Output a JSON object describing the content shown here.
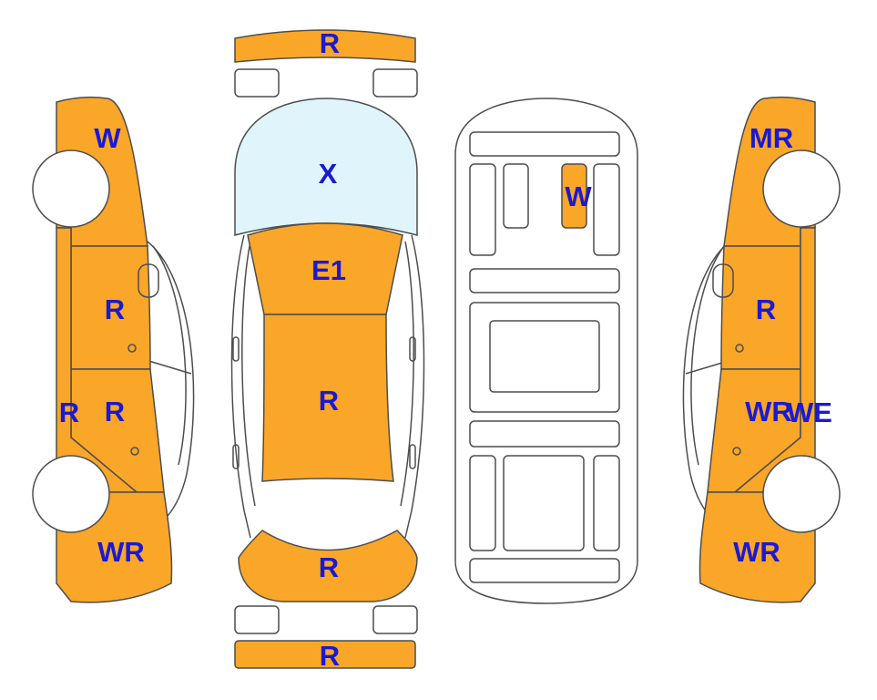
{
  "colors": {
    "damaged": "#FAA628",
    "glass": "#DFF5FB",
    "undamaged": "#FFFFFF",
    "outline": "#4D4D4D",
    "code_text": "#1A1AD2"
  },
  "left_side": {
    "front_fender": "W",
    "front_door": "R",
    "rear_door": "R",
    "rocker": "R",
    "rear_quarter": "WR"
  },
  "top_view": {
    "front_bumper": "R",
    "windshield": "X",
    "hood": "E1",
    "roof": "R",
    "trunk_lid": "R",
    "rear_bumper": "R"
  },
  "interior": {
    "center_console": "W"
  },
  "right_side": {
    "front_fender": "MR",
    "front_door": "R",
    "rear_door": "WR",
    "rocker": "WE",
    "rear_quarter": "WR"
  }
}
